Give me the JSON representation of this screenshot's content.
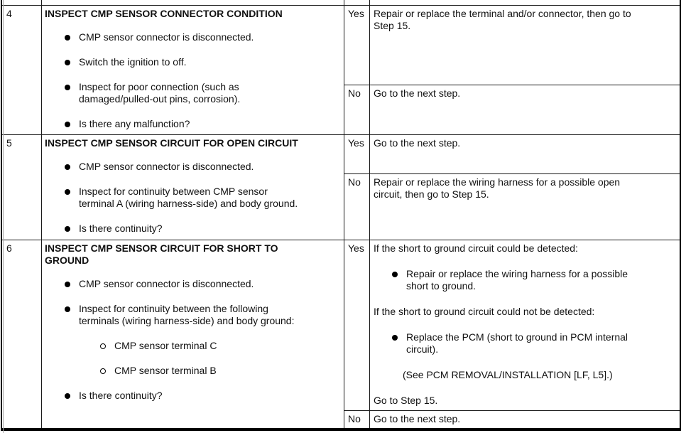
{
  "steps": [
    {
      "number": "4",
      "title": "INSPECT CMP SENSOR CONNECTOR CONDITION",
      "bullets": [
        {
          "marker": "disc",
          "text": "CMP sensor connector is disconnected."
        },
        {
          "marker": "disc",
          "text": "Switch the ignition to off."
        },
        {
          "marker": "disc",
          "text": "Inspect for poor connection (such as\ndamaged/pulled-out pins, corrosion)."
        },
        {
          "marker": "disc",
          "text": "Is there any malfunction?"
        }
      ],
      "yes_label": "Yes",
      "yes_action": "Repair or replace the terminal and/or connector, then go to\nStep 15.",
      "no_label": "No",
      "no_action": "Go to the next step."
    },
    {
      "number": "5",
      "title": "INSPECT CMP SENSOR CIRCUIT FOR OPEN CIRCUIT",
      "bullets": [
        {
          "marker": "disc",
          "text": "CMP sensor connector is disconnected."
        },
        {
          "marker": "disc",
          "text": "Inspect for continuity between CMP sensor\nterminal A (wiring harness-side) and body ground."
        },
        {
          "marker": "disc",
          "text": "Is there continuity?"
        }
      ],
      "yes_label": "Yes",
      "yes_action": "Go to the next step.",
      "no_label": "No",
      "no_action": "Repair or replace the wiring harness for a possible open\ncircuit, then go to Step 15."
    },
    {
      "number": "6",
      "title": "INSPECT CMP SENSOR CIRCUIT FOR SHORT TO\nGROUND",
      "bullets": [
        {
          "marker": "disc",
          "text": "CMP sensor connector is disconnected."
        },
        {
          "marker": "disc",
          "text": "Inspect for continuity between the following\nterminals (wiring harness-side) and body ground:"
        },
        {
          "marker": "circle",
          "text": "CMP sensor terminal C"
        },
        {
          "marker": "circle",
          "text": "CMP sensor terminal B"
        },
        {
          "marker": "disc",
          "text": "Is there continuity?"
        }
      ],
      "yes_label": "Yes",
      "yes_action_parts": [
        {
          "kind": "paragraph",
          "text": "If the short to ground circuit could be detected:"
        },
        {
          "kind": "bullet",
          "text": "Repair or replace the wiring harness for a possible\nshort to ground."
        },
        {
          "kind": "paragraph",
          "text": "If the short to ground circuit could not be detected:"
        },
        {
          "kind": "bullet",
          "text": "Replace the PCM (short to ground in PCM internal\ncircuit)."
        },
        {
          "kind": "indent",
          "text": "(See PCM REMOVAL/INSTALLATION [LF, L5].)"
        },
        {
          "kind": "paragraph",
          "text": "Go to Step 15."
        }
      ],
      "no_label": "No",
      "no_action": "Go to the next step."
    }
  ]
}
